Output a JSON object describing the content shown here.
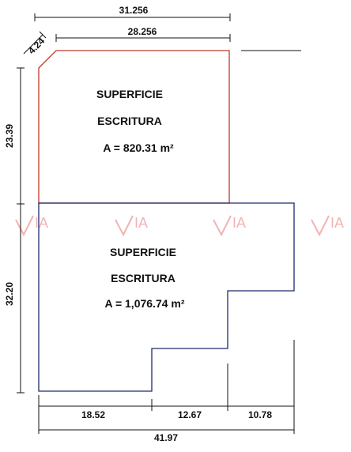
{
  "dimensions": {
    "top_total": "31.256",
    "top_inner": "28.256",
    "chamfer": "4.24",
    "left_upper": "23.39",
    "left_lower": "32.20",
    "bottom_a": "18.52",
    "bottom_b": "12.67",
    "bottom_c": "10.78",
    "bottom_total": "41.97"
  },
  "upper_area": {
    "line1": "SUPERFICIE",
    "line2": "ESCRITURA",
    "area": "A = 820.31 m²"
  },
  "lower_area": {
    "line1": "SUPERFICIE",
    "line2": "ESCRITURA",
    "area": "A = 1,076.74 m²"
  },
  "watermark": {
    "text": "IA"
  },
  "colors": {
    "upper_outline": "#c0392b",
    "lower_outline": "#1f2a6b",
    "dimension_line": "#111111",
    "watermark": "#f3b3b3"
  }
}
